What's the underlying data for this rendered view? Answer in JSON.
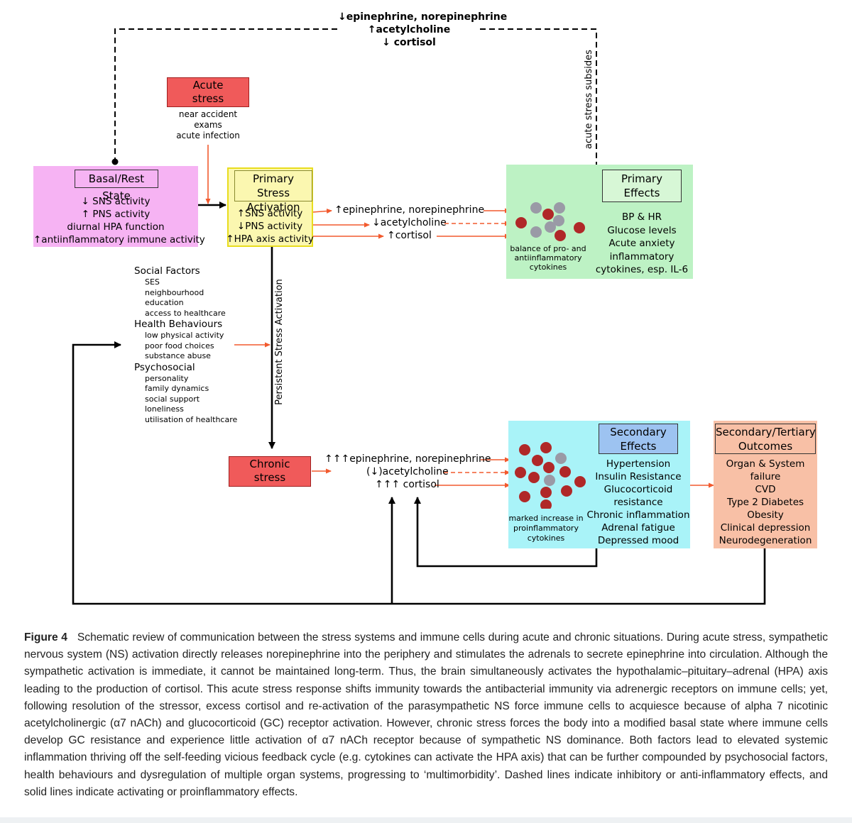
{
  "feedback_top": [
    "↓epinephrine, norepinephrine",
    "↑acetylcholine",
    "↓ cortisol"
  ],
  "acute_stress_subsides": "acute stress subsides",
  "acute_stress": {
    "title": [
      "Acute",
      "stress"
    ],
    "examples": [
      "near accident",
      "exams",
      "acute infection"
    ]
  },
  "basal": {
    "title": "Basal/Rest State",
    "items": [
      "↓ SNS activity",
      "↑ PNS activity",
      "diurnal HPA function",
      "↑antiinflammatory immune activity"
    ]
  },
  "primary_activation": {
    "title": [
      "Primary Stress",
      "Activation"
    ],
    "items": [
      "↑SNS activity",
      "↓PNS activity",
      "↑HPA axis activity"
    ]
  },
  "primary_mediators": [
    "↑epinephrine, norepinephrine",
    "↓acetylcholine",
    "↑cortisol"
  ],
  "primary_cytokines_label": [
    "balance of pro- and",
    "antiinflammatory",
    "cytokines"
  ],
  "primary_effects": {
    "title": [
      "Primary",
      "Effects"
    ],
    "items": [
      "BP & HR",
      "Glucose levels",
      "Acute anxiety",
      "inflammatory",
      "cytokines, esp. IL-6"
    ]
  },
  "social_factors": {
    "groups": [
      {
        "heading": "Social Factors",
        "items": [
          "SES",
          "neighbourhood",
          "education",
          "access to healthcare"
        ]
      },
      {
        "heading": "Health Behaviours",
        "items": [
          "low physical activity",
          "poor food choices",
          "substance abuse"
        ]
      },
      {
        "heading": "Psychosocial",
        "items": [
          "personality",
          "family dynamics",
          "social support",
          "loneliness",
          "utilisation of healthcare"
        ]
      }
    ]
  },
  "persistent_label": "Persistent Stress Activation",
  "chronic_stress": {
    "title": [
      "Chronic",
      "stress"
    ]
  },
  "chronic_mediators": [
    "↑↑↑epinephrine, norepinephrine",
    "(↓)acetylcholine",
    "↑↑↑ cortisol"
  ],
  "secondary_cytokines_label": [
    "marked increase in",
    "proinflammatory",
    "cytokines"
  ],
  "secondary_effects": {
    "title": [
      "Secondary",
      "Effects"
    ],
    "items": [
      "Hypertension",
      "Insulin Resistance",
      "Glucocorticoid",
      "resistance",
      "Chronic inflammation",
      "Adrenal fatigue",
      "Depressed mood"
    ]
  },
  "outcomes": {
    "title": [
      "Secondary/Tertiary",
      "Outcomes"
    ],
    "items": [
      "Organ & System",
      "failure",
      "CVD",
      "Type 2 Diabetes",
      "Obesity",
      "Clinical depression",
      "Neurodegeneration"
    ]
  },
  "caption": {
    "label": "Figure 4",
    "text": "Schematic review of communication between the stress systems and immune cells during acute and chronic situations. During acute stress, sympathetic nervous system (NS) activation directly releases norepinephrine into the periphery and stimulates the adrenals to secrete epinephrine into circulation. Although the sympathetic activation is immediate, it cannot be maintained long-term. Thus, the brain simultaneously activates the hypothalamic–pituitary–adrenal (HPA) axis leading to the production of cortisol. This acute stress response shifts immunity towards the antibacterial immunity via adrenergic receptors on immune cells; yet, following resolution of the stressor, excess cortisol and re-activation of the parasympathetic NS force immune cells to acquiesce because of alpha 7 nicotinic acetylcholinergic (α7 nACh) and glucocorticoid (GC) receptor activation. However, chronic stress forces the body into a modified basal state where immune cells develop GC resistance and experience little activation of α7 nACh receptor because of sympathetic NS dominance. Both factors lead to elevated systemic inflammation thriving off the self-feeding vicious feedback cycle (e.g. cytokines can activate the HPA axis) that can be further compounded by psychosocial factors, health behaviours and dysregulation of multiple organ systems, progressing to ‘multimorbidity’. Dashed lines indicate inhibitory or anti-inflammatory effects, and solid lines indicate activating or proinflammatory effects."
  },
  "colors": {
    "red_box": "#f05a5a",
    "basal_bg": "#f6b3f3",
    "activation_bg": "#fbf7b0",
    "activation_border": "#e8dd1e",
    "primary_bg": "#bdf2c4",
    "primary_title_bg": "#d7f7d6",
    "secondary_bg": "#a9f3f8",
    "secondary_title_bg": "#9dc3f1",
    "outcomes_bg": "#f8c0a6",
    "orange_line": "#f25a2e"
  }
}
